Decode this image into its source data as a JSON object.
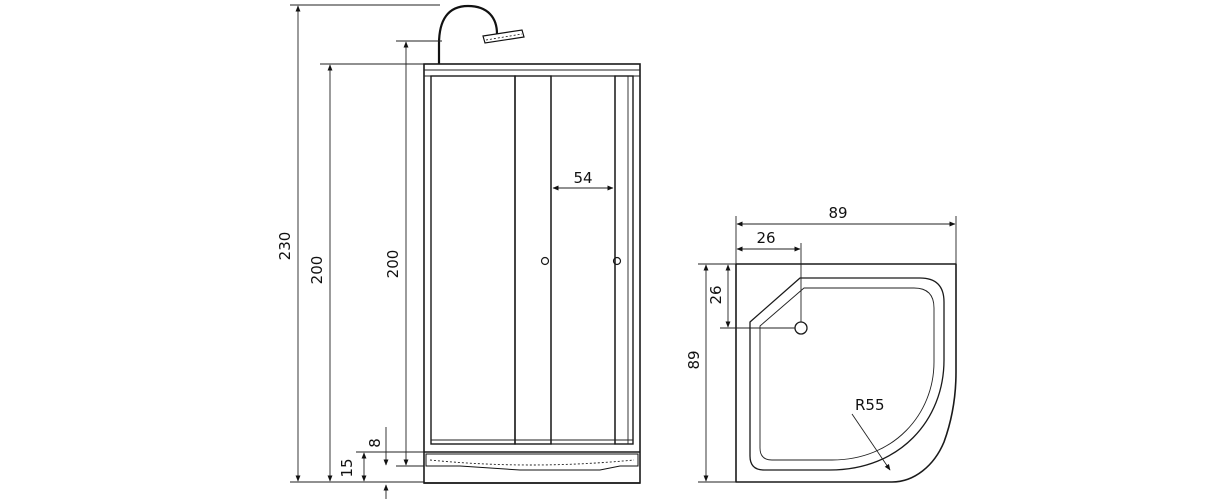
{
  "front_view": {
    "dimensions": {
      "total_height": "230",
      "cabin_height": "200",
      "door_height": "200",
      "tray_height": "15",
      "base_step": "8",
      "door_width": "54"
    }
  },
  "top_view": {
    "dimensions": {
      "width": "89",
      "depth": "89",
      "corner_x": "26",
      "corner_y": "26",
      "radius": "R55"
    }
  }
}
